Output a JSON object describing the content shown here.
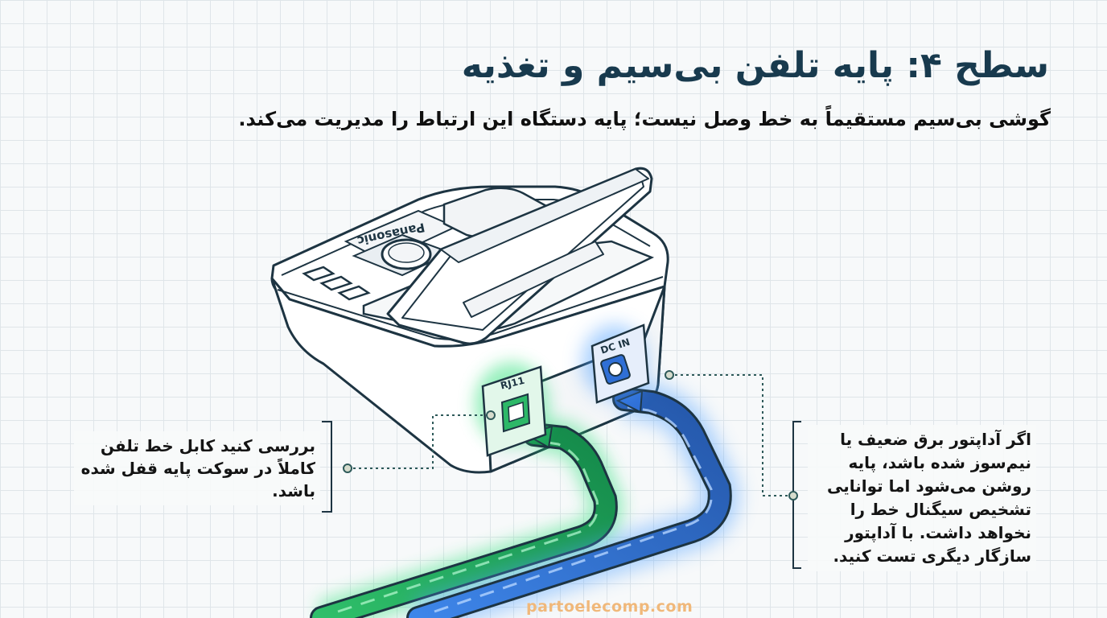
{
  "header": {
    "title": "سطح ۴: پایه تلفن بی‌سیم و تغذیه",
    "subtitle": "گوشی بی‌سیم مستقیماً به خط وصل نیست؛ پایه دستگاه این ارتباط را مدیریت می‌کند."
  },
  "device": {
    "brand": "Panasonic",
    "port_phone_label": "RJ11",
    "port_power_label": "DC IN"
  },
  "notes": {
    "left": "بررسی کنید کابل خط تلفن کاملاً در سوکت پایه قفل شده باشد.",
    "right": "اگر آداپتور برق ضعیف یا نیم‌سوز شده باشد، پایه روشن می‌شود اما توانایی تشخیص سیگنال خط را نخواهد داشت. با آداپتور سازگار دیگری تست کنید."
  },
  "watermark": "partoelecomp.com",
  "colors": {
    "title": "#183a4e",
    "line_cable": "#1fa35a",
    "power_cable": "#2f6fd6",
    "outline": "#1d3442",
    "callout": "#2e5a5a"
  }
}
